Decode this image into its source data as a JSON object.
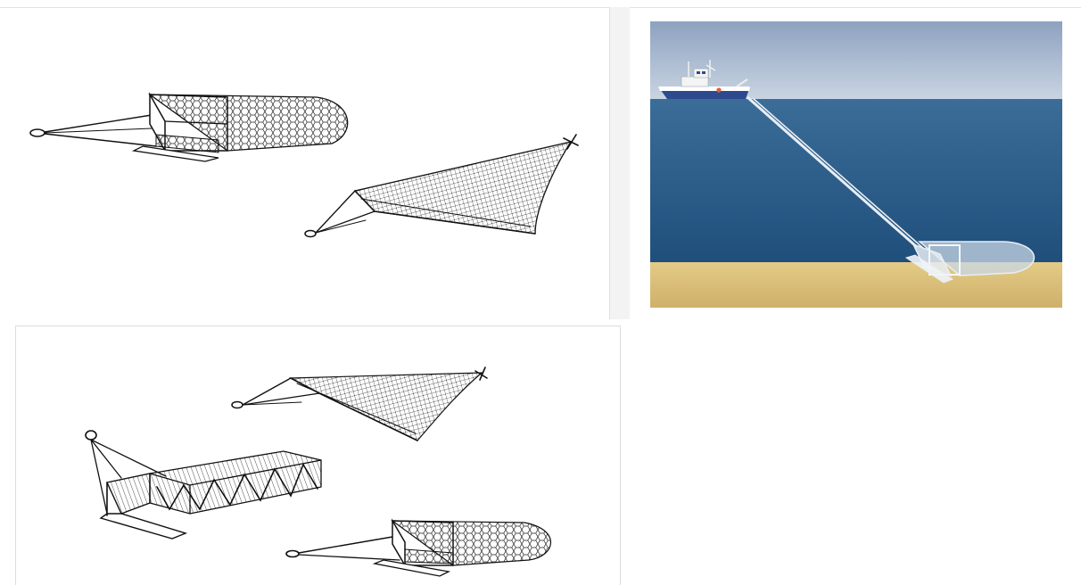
{
  "figures": [
    {
      "id": "dredge-drawings-top",
      "icons": [
        "box-dredge-icon",
        "triangular-dredge-icon"
      ]
    },
    {
      "id": "towed-dredge-illustration",
      "icons": [
        "fishing-vessel-icon",
        "tow-line-icon",
        "seabed-dredge-icon"
      ],
      "colors": {
        "sky": "#9fb2cc",
        "sea": "#2f5f8e",
        "seabed": "#d9bf7a",
        "hull": "#2d4a8f"
      }
    },
    {
      "id": "dredge-drawings-bottom",
      "icons": [
        "triangular-dredge-icon",
        "rectangular-frame-dredge-icon",
        "box-dredge-icon"
      ]
    }
  ]
}
